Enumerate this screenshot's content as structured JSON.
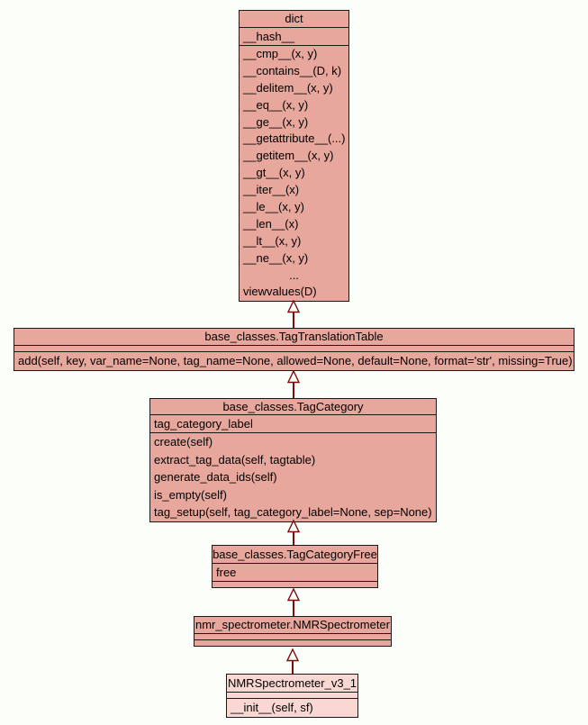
{
  "diagram": {
    "type": "uml-class-inheritance",
    "background_color": "#fcfef9",
    "colors": {
      "class_fill": "#e7a79c",
      "focus_class_fill": "#f9d7d2",
      "border": "#1a1a1a",
      "arrow": "#7c0b0b",
      "text": "#000000"
    },
    "classes": [
      {
        "title": "dict",
        "attributes": [
          "__hash__"
        ],
        "methods": [
          "__cmp__(x, y)",
          "__contains__(D, k)",
          "__delitem__(x, y)",
          "__eq__(x, y)",
          "__ge__(x, y)",
          "__getattribute__(...)",
          "__getitem__(x, y)",
          "__gt__(x, y)",
          "__iter__(x)",
          "__le__(x, y)",
          "__len__(x)",
          "__lt__(x, y)",
          "__ne__(x, y)",
          "...",
          "viewvalues(D)"
        ]
      },
      {
        "title": "base_classes.TagTranslationTable",
        "attributes": [],
        "methods": [
          "add(self, key, var_name=None, tag_name=None, allowed=None, default=None, format='str', missing=True)"
        ]
      },
      {
        "title": "base_classes.TagCategory",
        "attributes": [
          "tag_category_label"
        ],
        "methods": [
          "create(self)",
          "extract_tag_data(self, tagtable)",
          "generate_data_ids(self)",
          "is_empty(self)",
          "tag_setup(self, tag_category_label=None, sep=None)"
        ]
      },
      {
        "title": "base_classes.TagCategoryFree",
        "attributes": [
          "free"
        ],
        "methods": []
      },
      {
        "title": "nmr_spectrometer.NMRSpectrometer",
        "attributes": [],
        "methods": []
      },
      {
        "title": "NMRSpectrometer_v3_1",
        "attributes": [],
        "methods": [
          "__init__(self, sf)"
        ]
      }
    ],
    "inheritance": [
      {
        "from": "base_classes.TagTranslationTable",
        "to": "dict"
      },
      {
        "from": "base_classes.TagCategory",
        "to": "base_classes.TagTranslationTable"
      },
      {
        "from": "base_classes.TagCategoryFree",
        "to": "base_classes.TagCategory"
      },
      {
        "from": "nmr_spectrometer.NMRSpectrometer",
        "to": "base_classes.TagCategoryFree"
      },
      {
        "from": "NMRSpectrometer_v3_1",
        "to": "nmr_spectrometer.NMRSpectrometer"
      }
    ]
  }
}
